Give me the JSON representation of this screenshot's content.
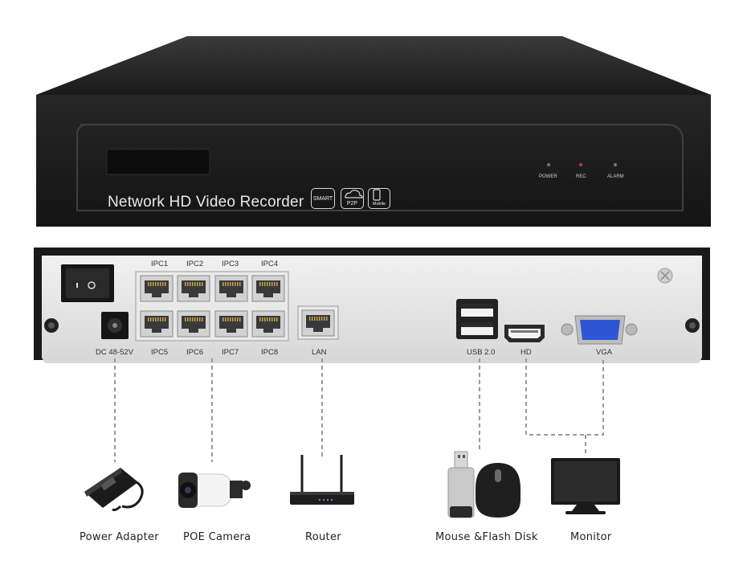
{
  "front_panel": {
    "title": "Network HD Video Recorder",
    "badges": [
      "SMART",
      "P2P",
      "Mobile"
    ],
    "leds": [
      "POWER",
      "REC",
      "ALARM"
    ]
  },
  "rear_panel": {
    "ipc_top": [
      "IPC1",
      "IPC2",
      "IPC3",
      "IPC4"
    ],
    "ipc_bottom": [
      "IPC5",
      "IPC6",
      "IPC7",
      "IPC8"
    ],
    "power_port": "DC 48-52V",
    "lan": "LAN",
    "usb": "USB 2.0",
    "hd": "HD",
    "vga": "VGA"
  },
  "devices": {
    "power_adapter": "Power Adapter",
    "poe_camera": "POE Camera",
    "router": "Router",
    "mouse_flash": "Mouse &Flash Disk",
    "monitor": "Monitor"
  },
  "colors": {
    "chassis": "#1c1c1c",
    "panel": "#e4e4e4",
    "led_red": "#c0392b",
    "connector_blue": "#2f55d4"
  }
}
